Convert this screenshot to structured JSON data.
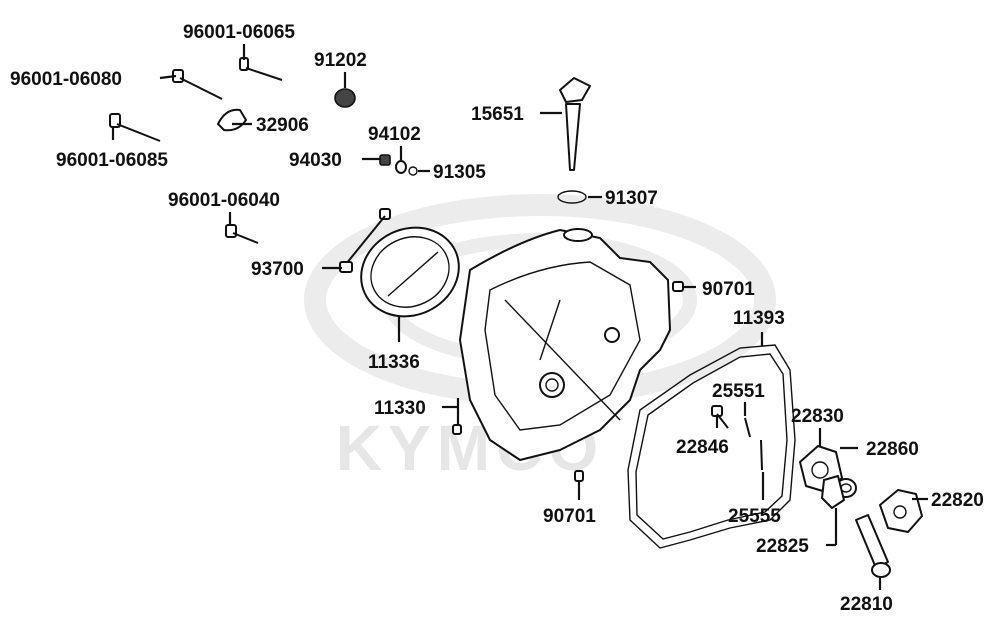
{
  "watermark": {
    "text": "KYMCO",
    "color": "#e6e6e6"
  },
  "labels": [
    {
      "id": "96001-06065",
      "text": "96001-06065"
    },
    {
      "id": "96001-06080",
      "text": "96001-06080"
    },
    {
      "id": "91202",
      "text": "91202"
    },
    {
      "id": "32906",
      "text": "32906"
    },
    {
      "id": "96001-06085",
      "text": "96001-06085"
    },
    {
      "id": "94102",
      "text": "94102"
    },
    {
      "id": "94030",
      "text": "94030"
    },
    {
      "id": "91305",
      "text": "91305"
    },
    {
      "id": "15651",
      "text": "15651"
    },
    {
      "id": "91307",
      "text": "91307"
    },
    {
      "id": "96001-06040",
      "text": "96001-06040"
    },
    {
      "id": "93700",
      "text": "93700"
    },
    {
      "id": "90701a",
      "text": "90701"
    },
    {
      "id": "11393",
      "text": "11393"
    },
    {
      "id": "11336",
      "text": "11336"
    },
    {
      "id": "25551",
      "text": "25551"
    },
    {
      "id": "11330",
      "text": "11330"
    },
    {
      "id": "22830",
      "text": "22830"
    },
    {
      "id": "22846",
      "text": "22846"
    },
    {
      "id": "22860",
      "text": "22860"
    },
    {
      "id": "22820",
      "text": "22820"
    },
    {
      "id": "90701b",
      "text": "90701"
    },
    {
      "id": "25555",
      "text": "25555"
    },
    {
      "id": "22825",
      "text": "22825"
    },
    {
      "id": "22810",
      "text": "22810"
    }
  ]
}
